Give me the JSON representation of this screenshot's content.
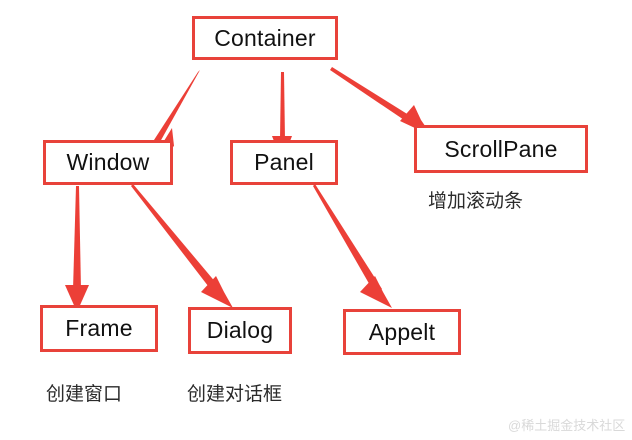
{
  "diagram": {
    "title_node": "Container",
    "accent_color": "#e8423a",
    "background_color": "#ffffff",
    "text_color": "#111111",
    "nodes": [
      {
        "id": "container",
        "label": "Container"
      },
      {
        "id": "window",
        "label": "Window"
      },
      {
        "id": "panel",
        "label": "Panel"
      },
      {
        "id": "scrollpane",
        "label": "ScrollPane"
      },
      {
        "id": "frame",
        "label": "Frame"
      },
      {
        "id": "dialog",
        "label": "Dialog"
      },
      {
        "id": "appelt",
        "label": "Appelt"
      }
    ],
    "captions": [
      {
        "id": "scrollpane-caption",
        "text": "增加滚动条"
      },
      {
        "id": "frame-caption",
        "text": "创建窗口"
      },
      {
        "id": "dialog-caption",
        "text": "创建对话框"
      }
    ],
    "edges": [
      {
        "from": "Container",
        "to": "Window"
      },
      {
        "from": "Container",
        "to": "Panel"
      },
      {
        "from": "Container",
        "to": "ScrollPane"
      },
      {
        "from": "Window",
        "to": "Frame"
      },
      {
        "from": "Window",
        "to": "Dialog"
      },
      {
        "from": "Panel",
        "to": "Appelt"
      }
    ],
    "watermark": "@稀土掘金技术社区"
  }
}
